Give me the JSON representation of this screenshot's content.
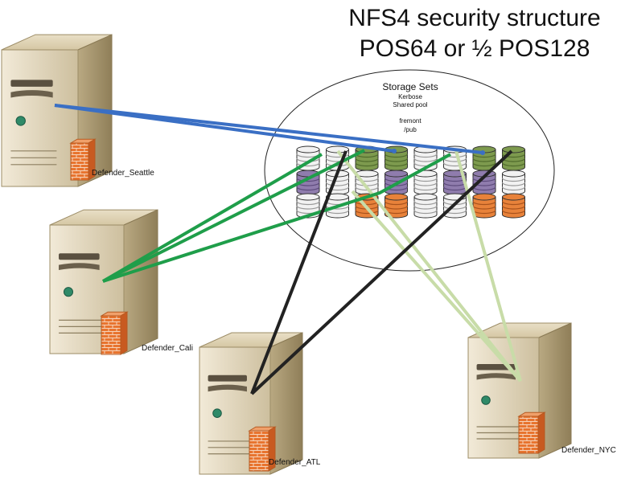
{
  "title": {
    "line1": "NFS4 security structure",
    "line2": "POS64  or ½ POS128"
  },
  "storage": {
    "label": "Storage Sets",
    "auth": "Kerbose",
    "pool": "Shared  pool",
    "host": "fremont",
    "export": "/pub",
    "row1_colors": [
      "white",
      "white",
      "green",
      "green",
      "white",
      "white",
      "green",
      "green"
    ],
    "row2_colors": [
      "purple",
      "white",
      "white",
      "purple",
      "white",
      "purple",
      "purple",
      "white"
    ],
    "row3_colors": [
      "white",
      "white",
      "orange",
      "orange",
      "white",
      "white",
      "orange",
      "orange"
    ]
  },
  "servers": {
    "seattle": "Defender_Seattle",
    "cali": "Defender_Cali",
    "atl": "Defender_ATL",
    "nyc": "Defender_NYC"
  },
  "colors": {
    "seattle_link": "#3a6fc4",
    "cali_link": "#1f9e4a",
    "atl_link": "#222222",
    "nyc_link": "#c8dca8",
    "disk_green": "#7d9a4e",
    "disk_purple": "#8f7cad",
    "disk_orange": "#e8823a",
    "disk_white": "#f2f2f2",
    "firewall": "#e8742f"
  }
}
